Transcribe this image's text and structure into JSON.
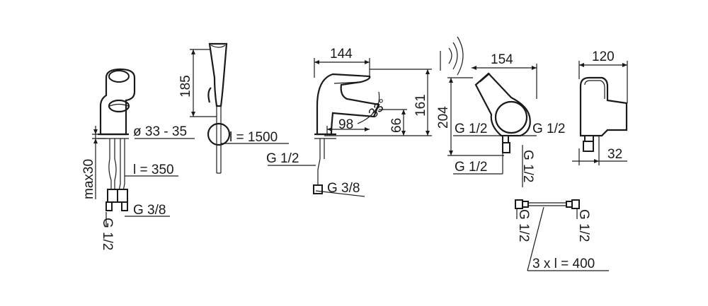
{
  "labels": {
    "diameter": "ø 33 - 35",
    "max30": "max30",
    "l350": "l = 350",
    "g38_left": "G 3/8",
    "g12_left": "G 1/2",
    "d185": "185",
    "l1500": "l = 1500",
    "d144": "144",
    "d161": "161",
    "angle33": "33°",
    "d98": "98",
    "d66": "66",
    "g12_mid": "G 1/2",
    "g38_mid": "G 3/8",
    "d154": "154",
    "d204": "204",
    "g12_a": "G 1/2",
    "g12_b": "G 1/2",
    "g12_c": "G 1/2",
    "g12_d": "G 1/2",
    "d120": "120",
    "d32": "32",
    "g12_hose_l": "G 1/2",
    "g12_hose_r": "G 1/2",
    "hose": "3 x  l = 400"
  },
  "colors": {
    "line": "#1a1a1a",
    "background": "#ffffff"
  }
}
